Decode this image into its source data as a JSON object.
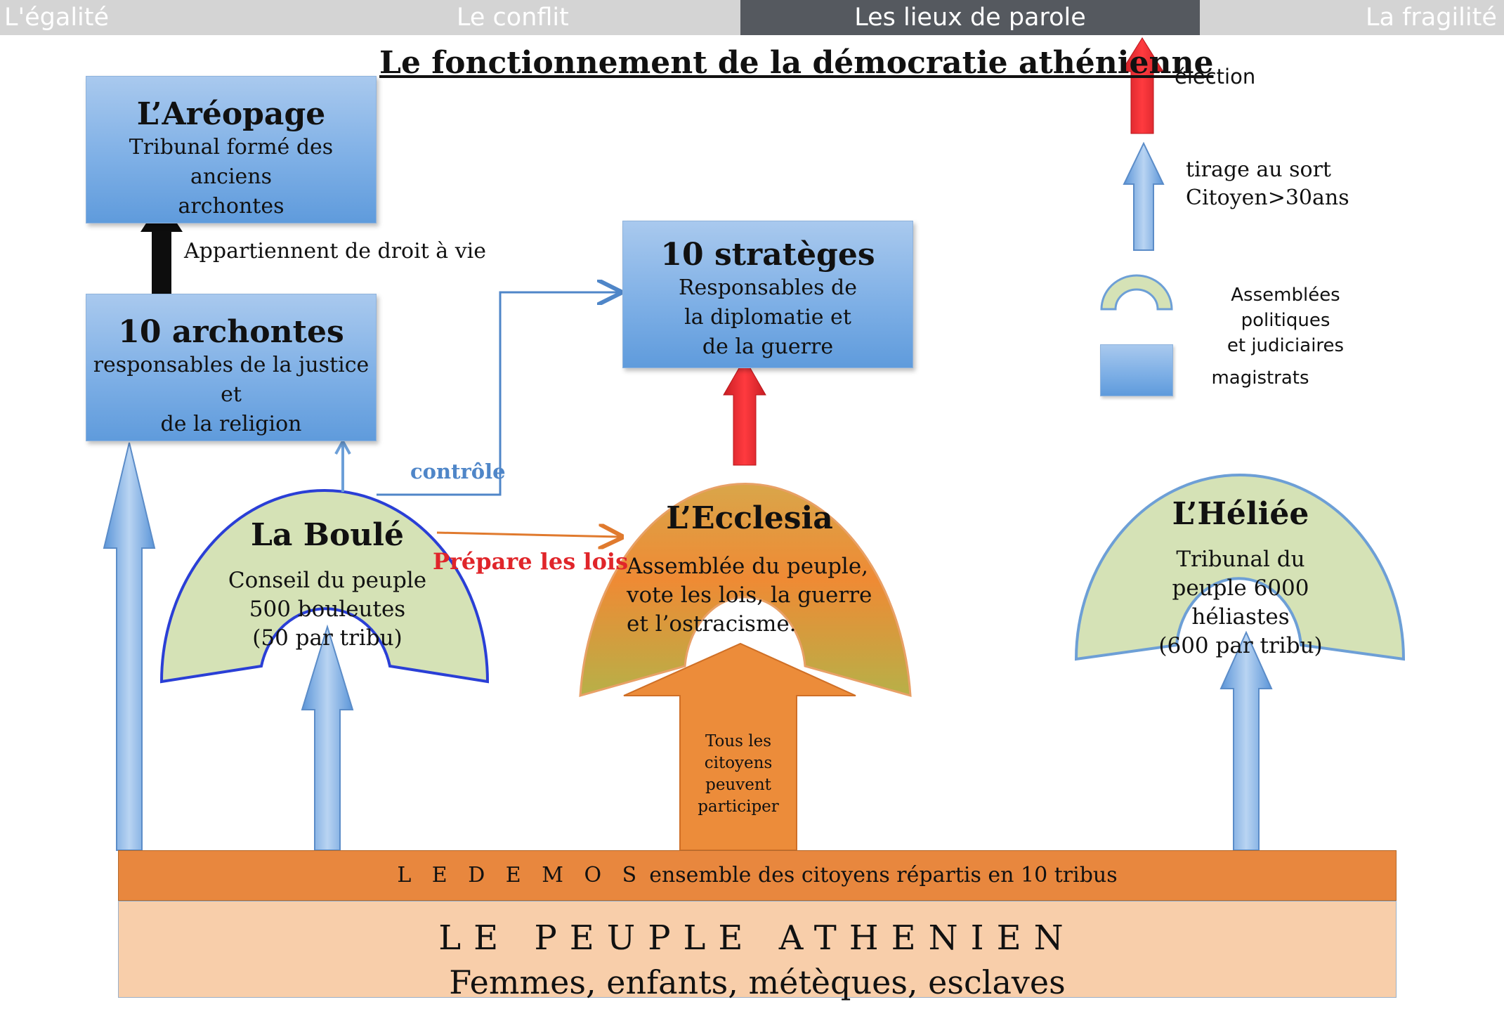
{
  "tabs": [
    {
      "label": "L'égalité"
    },
    {
      "label": "Le conflit"
    },
    {
      "label": "Les lieux de parole",
      "active": true
    },
    {
      "label": "La fragilité"
    }
  ],
  "title": "Le fonctionnement de la démocratie athénienne",
  "magistrates": {
    "areopage": {
      "title": "L’Aréopage",
      "desc": "Tribunal formé des anciens\narchontes"
    },
    "archontes": {
      "title": "10 archontes",
      "desc": "responsables de la justice et\nde la religion"
    },
    "strateges": {
      "title": "10 stratèges",
      "desc": "Responsables de\nla diplomatie et\nde la guerre"
    }
  },
  "assemblies": {
    "boule": {
      "title": "La Boulé",
      "desc": "Conseil du peuple\n500 bouleutes\n(50 par tribu)"
    },
    "ecclesia": {
      "title": "L’Ecclesia",
      "desc": "Assemblée du peuple,\nvote les lois, la guerre\net l’ostracisme."
    },
    "heliee": {
      "title": "L’Héliée",
      "desc": "Tribunal du\npeuple 6000\nhéliastes\n(600 par tribu)"
    }
  },
  "labels": {
    "droit_vie": "Appartiennent de droit à vie",
    "controle": "contrôle",
    "prepare": "Prépare les lois",
    "participation": "Tous les\ncitoyens\npeuvent\nparticiper"
  },
  "demos": {
    "label": "L E   D E M O S",
    "desc": "ensemble des citoyens répartis en 10 tribus"
  },
  "peuple": {
    "title": "LE PEUPLE ATHENIEN",
    "desc": "Femmes, enfants, métèques, esclaves"
  },
  "legend": {
    "election": "élection",
    "tirage": "tirage au sort\nCitoyen>30ans",
    "assemblees": "Assemblées politiques\net judiciaires",
    "magistrats": "magistrats"
  },
  "colors": {
    "tab_bar": "#d4d4d4",
    "tab_active": "#55595f",
    "magistrate_blue": "#7fb0e6",
    "assembly_green": "#d5e2b6",
    "boule_outline": "#2a3fd6",
    "ecclesia_orange": "#ec8c3a",
    "election_red": "#e0252a",
    "demos_orange": "#e8873e",
    "peuple_peach": "#f8ceaa",
    "prepare_red": "#e0252a",
    "controle_blue": "#4f86c8"
  }
}
